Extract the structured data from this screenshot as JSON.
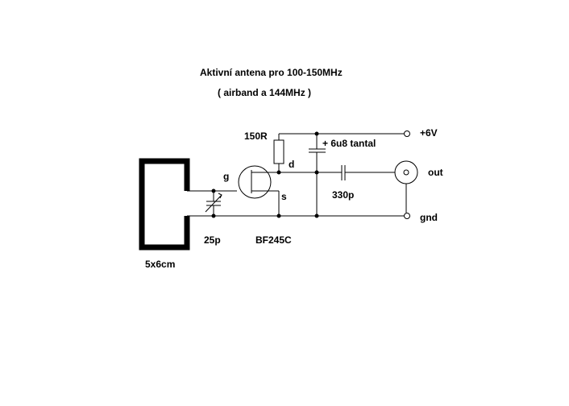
{
  "title": "Aktivní antena pro 100-150MHz",
  "subtitle": "( airband a 144MHz )",
  "labels": {
    "resistor": "150R",
    "capacitor_tantal": "+ 6u8 tantal",
    "supply": "+6V",
    "drain": "d",
    "gate": "g",
    "source": "s",
    "output": "out",
    "coupling_cap": "330p",
    "ground": "gnd",
    "trimmer": "25p",
    "transistor": "BF245C",
    "loop_size": "5x6cm"
  },
  "colors": {
    "ink": "#000000",
    "background": "#ffffff"
  }
}
